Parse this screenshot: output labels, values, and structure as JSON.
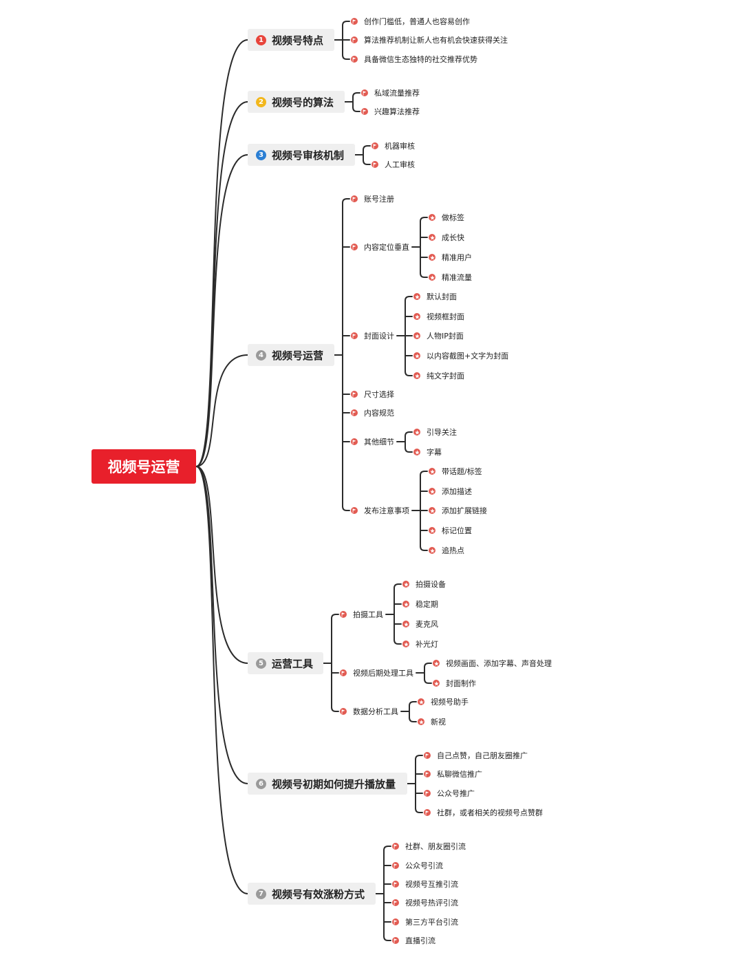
{
  "root": "视频号运营",
  "branch_colors": [
    "#e8453c",
    "#f2b71c",
    "#2b7fd4",
    "#9a9a9a",
    "#9a9a9a",
    "#9a9a9a",
    "#9a9a9a"
  ],
  "branches": [
    {
      "num": "1",
      "label": "视频号特点",
      "children": [
        {
          "label": "创作门槛低，普通人也容易创作"
        },
        {
          "label": "算法推荐机制让新人也有机会快速获得关注"
        },
        {
          "label": "具备微信生态独特的社交推荐优势"
        }
      ]
    },
    {
      "num": "2",
      "label": "视频号的算法",
      "children": [
        {
          "label": "私域流量推荐"
        },
        {
          "label": "兴趣算法推荐"
        }
      ]
    },
    {
      "num": "3",
      "label": "视频号审核机制",
      "children": [
        {
          "label": "机器审核"
        },
        {
          "label": "人工审核"
        }
      ]
    },
    {
      "num": "4",
      "label": "视频号运营",
      "children": [
        {
          "label": "账号注册"
        },
        {
          "label": "内容定位垂直",
          "children": [
            "做标签",
            "成长快",
            "精准用户",
            "精准流量"
          ]
        },
        {
          "label": "封面设计",
          "children": [
            "默认封面",
            "视频框封面",
            "人物IP封面",
            "以内容截图+文字为封面",
            "纯文字封面"
          ]
        },
        {
          "label": "尺寸选择"
        },
        {
          "label": "内容规范"
        },
        {
          "label": "其他细节",
          "children": [
            "引导关注",
            "字幕"
          ]
        },
        {
          "label": "发布注意事项",
          "children": [
            "带话题/标签",
            "添加描述",
            "添加扩展链接",
            "标记位置",
            "追热点"
          ]
        }
      ]
    },
    {
      "num": "5",
      "label": "运营工具",
      "children": [
        {
          "label": "拍摄工具",
          "children": [
            "拍摄设备",
            "稳定期",
            "麦克风",
            "补光灯"
          ]
        },
        {
          "label": "视频后期处理工具",
          "children": [
            "视频画面、添加字幕、声音处理",
            "封面制作"
          ]
        },
        {
          "label": "数据分析工具",
          "children": [
            "视频号助手",
            "新视"
          ]
        }
      ]
    },
    {
      "num": "6",
      "label": "视频号初期如何提升播放量",
      "children": [
        {
          "label": "自己点赞，自己朋友圈推广"
        },
        {
          "label": "私聊微信推广"
        },
        {
          "label": "公众号推广"
        },
        {
          "label": "社群，或者相关的视频号点赞群"
        }
      ]
    },
    {
      "num": "7",
      "label": "视频号有效涨粉方式",
      "children": [
        {
          "label": "社群、朋友圈引流"
        },
        {
          "label": "公众号引流"
        },
        {
          "label": "视频号互推引流"
        },
        {
          "label": "视频号热评引流"
        },
        {
          "label": "第三方平台引流"
        },
        {
          "label": "直播引流"
        }
      ]
    }
  ]
}
